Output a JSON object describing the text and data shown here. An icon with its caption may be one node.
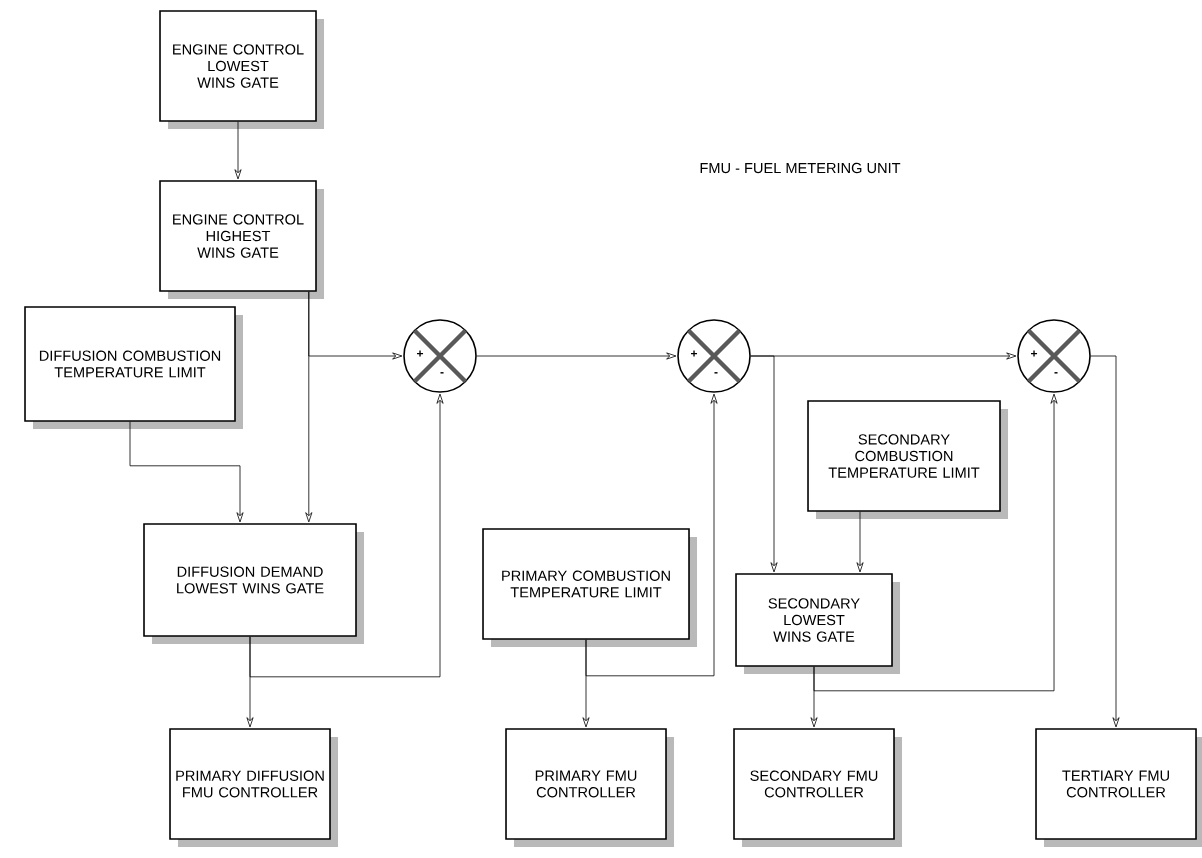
{
  "diagram": {
    "nodes": [
      {
        "text": [
          "ENGINE CONTROL LOWEST WINS GATE"
        ]
      },
      {
        "text": [
          "ENGINE CONTROL HIGHEST WINS GATE"
        ]
      },
      {
        "text": [
          "DIFFUSION COMBUSTION TEMPERATURE LIMIT"
        ]
      },
      {
        "text": [
          "+",
          "-"
        ]
      },
      {
        "text": [
          "DIFFUSION DEMAND LOWEST WINS GATE"
        ]
      },
      {
        "text": [
          "PRIMARY DIFFUSION FMU CONTROLLER"
        ]
      },
      {
        "text": [
          "+",
          "-"
        ]
      },
      {
        "text": [
          "PRIMARY COMBUSTION TEMPERATURE LIMIT"
        ]
      },
      {
        "text": [
          "PRIMARY FMU CONTROLLER"
        ]
      },
      {
        "text": [
          "+",
          "-"
        ]
      },
      {
        "text": [
          "SECONDARY COMBUSTION TEMPERATURE LIMIT"
        ]
      },
      {
        "text": [
          "SECONDARY LOWEST WINS GATE"
        ]
      },
      {
        "text": [
          "SECONDARY FMU CONTROLLER"
        ]
      },
      {
        "text": [
          "TERTIARY FMU CONTROLLER"
        ]
      }
    ],
    "edges": [
      {
        "from": 0,
        "to": 1,
        "arrow": "to"
      },
      {
        "from": 1,
        "to": 3,
        "arrow": "to"
      },
      {
        "from": 1,
        "to": 4,
        "arrow": "to"
      },
      {
        "from": 2,
        "to": 4,
        "arrow": "to"
      },
      {
        "from": 4,
        "to": 5,
        "arrow": "to"
      },
      {
        "from": 4,
        "to": 3,
        "arrow": "to"
      },
      {
        "from": 3,
        "to": 6,
        "arrow": "to"
      },
      {
        "from": 6,
        "to": 11,
        "arrow": "to"
      },
      {
        "from": 6,
        "to": 9,
        "arrow": "to"
      },
      {
        "from": 7,
        "to": 8,
        "arrow": "to"
      },
      {
        "from": 7,
        "to": 6,
        "arrow": "to"
      },
      {
        "from": 10,
        "to": 11,
        "arrow": "to"
      },
      {
        "from": 11,
        "to": 12,
        "arrow": "to"
      },
      {
        "from": 11,
        "to": 9,
        "arrow": "to"
      },
      {
        "from": 9,
        "to": 13,
        "arrow": "to"
      }
    ],
    "labels": [
      "FMU - FUEL METERING UNIT"
    ]
  }
}
